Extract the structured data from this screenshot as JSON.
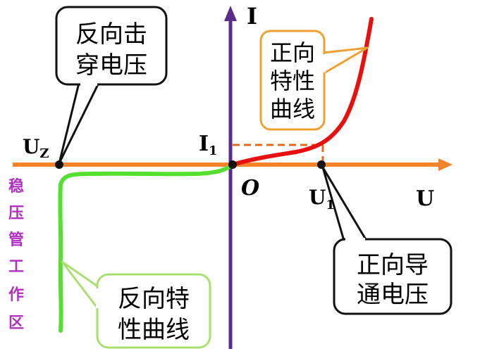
{
  "axes": {
    "y_label": "I",
    "x_label": "U",
    "origin_label": "O",
    "i1_label": "I",
    "i1_sub": "1",
    "u1_label": "U",
    "u1_sub": "1",
    "uz_label": "U",
    "uz_sub": "Z"
  },
  "callouts": {
    "reverse_breakdown": [
      "反向击",
      "穿电压"
    ],
    "forward_curve": [
      "正向",
      "特性",
      "曲线"
    ],
    "forward_voltage": [
      "正向导",
      "通电压"
    ],
    "reverse_curve": [
      "反向特",
      "性曲线"
    ]
  },
  "zener_region": [
    "稳",
    "压",
    "管",
    "工",
    "作",
    "区"
  ],
  "colors": {
    "x_axis": "#f5832a",
    "y_axis": "#5b2c8c",
    "forward_curve": "#e8100f",
    "reverse_curve": "#55e030",
    "callout_orange": "#f0a030",
    "callout_green": "#a8e070",
    "zener_text": "#b030c0",
    "dashed": "#e06a20"
  }
}
